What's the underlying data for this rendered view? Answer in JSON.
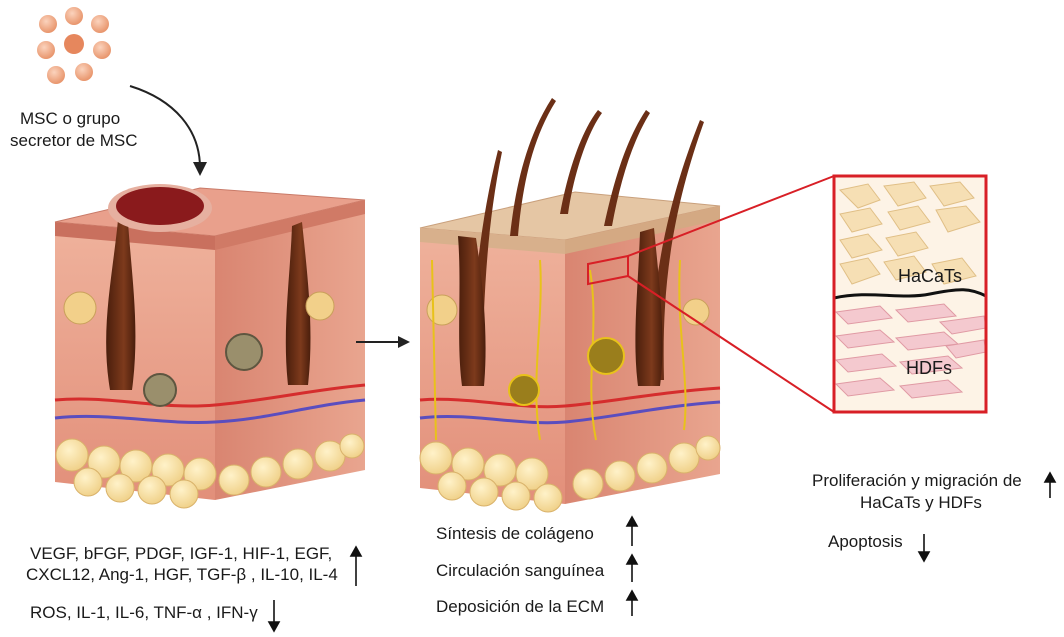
{
  "input": {
    "label_line1": "MSC o grupo",
    "label_line2": "secretor de MSC"
  },
  "cells": {
    "type1": "HaCaTs",
    "type2": "HDFs"
  },
  "left_effects": {
    "up_line1": "VEGF, bFGF, PDGF, IGF-1, HIF-1, EGF,",
    "up_line2": "CXCL12, Ang-1, HGF, TGF-β , IL-10, IL-4",
    "down": "ROS, IL-1, IL-6, TNF-α , IFN-γ"
  },
  "middle_effects": {
    "item1": "Síntesis de colágeno",
    "item2": "Circulación sanguínea",
    "item3": "Deposición de la ECM"
  },
  "right_effects": {
    "up_line1": "Proliferación y migración de",
    "up_line2": "HaCaTs y HDFs",
    "down": "Apoptosis"
  },
  "colors": {
    "msc_cell": "#f0a37c",
    "dermis": "#e79a82",
    "wound": "#8a1a1c",
    "hair": "#6b2f16",
    "fat": "#f3dc9f",
    "zoom_frame": "#d81f26",
    "nerve_healed": "#e8c21a"
  }
}
